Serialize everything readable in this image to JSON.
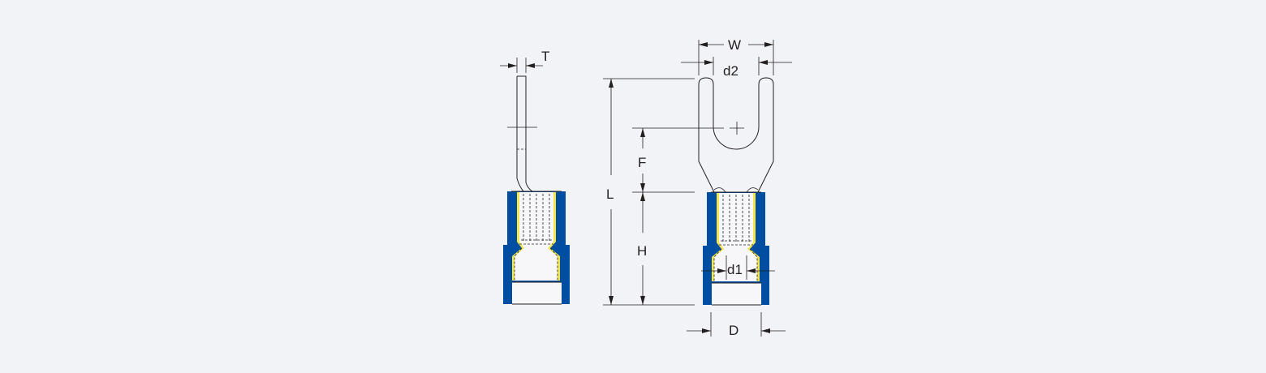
{
  "diagram": {
    "title": "Insulated spade terminal dimension drawing",
    "dimension_labels": {
      "thickness": "T",
      "width": "W",
      "stud_hole": "d2",
      "length": "L",
      "tongue": "F",
      "barrel_length": "H",
      "wire_bore": "d1",
      "sleeve_diameter": "D"
    },
    "colors": {
      "background": "#f2f3f6",
      "sleeve": "#004ea2",
      "inner_sleeve": "#f4e64a",
      "line": "#231f20"
    }
  }
}
